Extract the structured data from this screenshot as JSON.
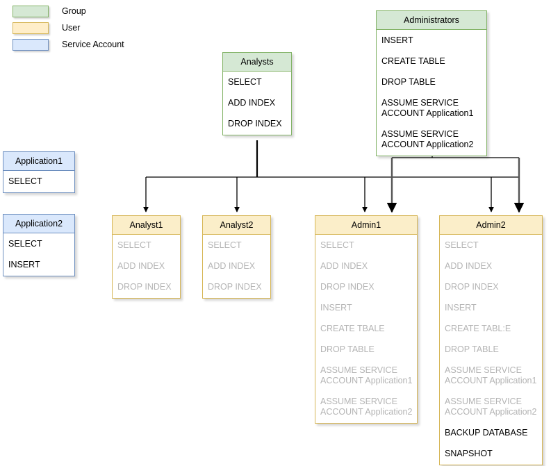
{
  "legend": {
    "items": [
      {
        "label": "Group",
        "swatch": "sw-group",
        "color": "#d5e8d4",
        "border": "#82b366"
      },
      {
        "label": "User",
        "swatch": "sw-user",
        "color": "#ffeec9",
        "border": "#d6b656"
      },
      {
        "label": "Service Account",
        "swatch": "sw-service",
        "color": "#dae8fc",
        "border": "#6c8ebf"
      }
    ]
  },
  "nodes": {
    "analysts": {
      "title": "Analysts",
      "kind": "group",
      "permissions": [
        "SELECT",
        "ADD INDEX",
        "DROP INDEX"
      ]
    },
    "administrators": {
      "title": "Administrators",
      "kind": "group",
      "permissions": [
        "INSERT",
        "CREATE TABLE",
        "DROP TABLE",
        "ASSUME SERVICE\nACCOUNT Application1",
        "ASSUME SERVICE\nACCOUNT Application2"
      ]
    },
    "application1": {
      "title": "Application1",
      "kind": "service",
      "permissions": [
        "SELECT"
      ]
    },
    "application2": {
      "title": "Application2",
      "kind": "service",
      "permissions": [
        "SELECT",
        "INSERT"
      ]
    },
    "analyst1": {
      "title": "Analyst1",
      "kind": "user",
      "permissions": [
        {
          "text": "SELECT",
          "inherited": true
        },
        {
          "text": "ADD INDEX",
          "inherited": true
        },
        {
          "text": "DROP INDEX",
          "inherited": true
        }
      ]
    },
    "analyst2": {
      "title": "Analyst2",
      "kind": "user",
      "permissions": [
        {
          "text": "SELECT",
          "inherited": true
        },
        {
          "text": "ADD INDEX",
          "inherited": true
        },
        {
          "text": "DROP INDEX",
          "inherited": true
        }
      ]
    },
    "admin1": {
      "title": "Admin1",
      "kind": "user",
      "permissions": [
        {
          "text": "SELECT",
          "inherited": true
        },
        {
          "text": "ADD INDEX",
          "inherited": true
        },
        {
          "text": "DROP INDEX",
          "inherited": true
        },
        {
          "text": "INSERT",
          "inherited": true
        },
        {
          "text": "CREATE TBALE",
          "inherited": true
        },
        {
          "text": "DROP TABLE",
          "inherited": true
        },
        {
          "text": "ASSUME SERVICE\nACCOUNT Application1",
          "inherited": true
        },
        {
          "text": "ASSUME SERVICE\nACCOUNT Application2",
          "inherited": true
        }
      ]
    },
    "admin2": {
      "title": "Admin2",
      "kind": "user",
      "permissions": [
        {
          "text": "SELECT",
          "inherited": true
        },
        {
          "text": "ADD INDEX",
          "inherited": true
        },
        {
          "text": "DROP INDEX",
          "inherited": true
        },
        {
          "text": "INSERT",
          "inherited": true
        },
        {
          "text": "CREATE TABL:E",
          "inherited": true
        },
        {
          "text": "DROP TABLE",
          "inherited": true
        },
        {
          "text": "ASSUME SERVICE\nACCOUNT Application1",
          "inherited": true
        },
        {
          "text": "ASSUME SERVICE\nACCOUNT Application2",
          "inherited": true
        },
        {
          "text": "BACKUP DATABASE",
          "inherited": false
        },
        {
          "text": "SNAPSHOT",
          "inherited": false
        }
      ]
    }
  },
  "edges": {
    "stroke": "#000000",
    "connections": [
      {
        "from": "analysts",
        "to": "analyst1"
      },
      {
        "from": "analysts",
        "to": "analyst2"
      },
      {
        "from": "analysts",
        "to": "admin1"
      },
      {
        "from": "analysts",
        "to": "admin2"
      },
      {
        "from": "administrators",
        "to": "admin1"
      },
      {
        "from": "administrators",
        "to": "admin2"
      }
    ]
  }
}
